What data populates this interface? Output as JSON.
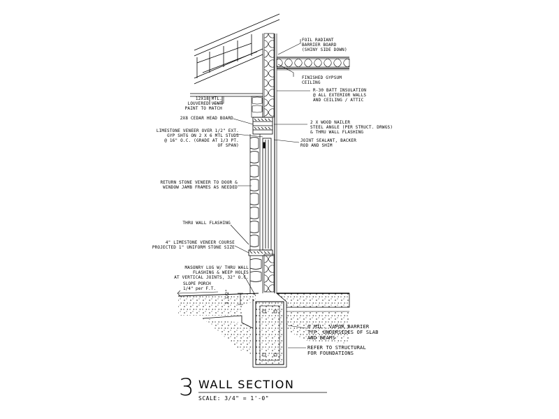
{
  "drawing": {
    "notes": {
      "foil_barrier": [
        "FOIL RADIANT",
        "BARRIER BOARD",
        "(SHINY SIDE DOWN)"
      ],
      "gypsum_ceiling": [
        "FINISHED GYPSUM",
        "CEILING"
      ],
      "batt_insulation": [
        "R-30 BATT INSULATION",
        "@ ALL EXTERIOR WALLS",
        "AND CEILING / ATTIC"
      ],
      "louvered_vent": [
        "12x18 MTL.",
        "LOUVERED VENT",
        "PAINT TO MATCH"
      ],
      "cedar_head_board": [
        "2x8 CEDAR HEAD BOARD"
      ],
      "wood_nailer": [
        "2 X WOOD NAILER",
        "STEEL ANGLE (PER STRUCT. DRWGS)",
        "& THRU WALL FLASHING"
      ],
      "limestone_veneer": [
        "LIMESTONE VENEER OVER 1/2\" EXT.",
        "GYP SHTG ON 2 X 6 MTL STUDS",
        "@ 16\" O.C. (GRADE AT 1/3 PT.",
        "OF SPAN)"
      ],
      "joint_sealant": [
        "JOINT SEALANT, BACKER",
        "ROD AND SHIM"
      ],
      "return_stone": [
        "RETURN STONE VENEER TO DOOR &",
        "WINDOW JAMB FRAMES AS NEEDED"
      ],
      "thru_wall_flashing": [
        "THRU WALL FLASHING"
      ],
      "limestone_course": [
        "4\" LIMESTONE VENEER COURSE",
        "PROJECTED 1\"  UNIFORM STONE SIZE"
      ],
      "masonry_lug": [
        "MASONRY LUG W/ THRU WALL",
        "FLASHING & WEEP HOLES",
        "AT VERTICAL JOINTS, 32\" O.C."
      ],
      "vapor_barrier": [
        "6 MIL. VAPOR BARRIER",
        "TYP. UNDERSIDES OF SLAB",
        "AND BEAMS"
      ],
      "refer_structural": [
        "REFER TO STRUCTURAL",
        "FOR FOUNDATIONS"
      ]
    },
    "slope_porch": [
      "SLOPE PORCH",
      "1/4\" per F.T."
    ],
    "dimension": "3 1/2\""
  },
  "title": {
    "number": "3",
    "text": "WALL SECTION",
    "scale": "SCALE: 3/4\" = 1'-0\""
  },
  "colors": {
    "ink": "#000000",
    "paper": "#ffffff"
  }
}
